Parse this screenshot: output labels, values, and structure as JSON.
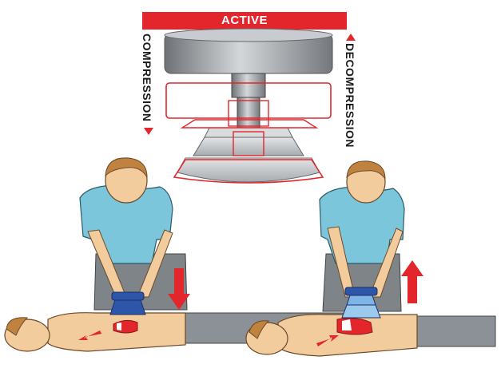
{
  "banner": {
    "label": "ACTIVE"
  },
  "labels": {
    "compression": "COMPRESSION",
    "decompression": "DECOMPRESSION"
  },
  "colors": {
    "accent_red": "#e2262b",
    "shirt_blue": "#7cc6dc",
    "skin": "#f3cc9e",
    "pants": "#7f8488",
    "device_gray": "#8e9296",
    "device_blue": "#2d56a8",
    "patient_pants": "#8b9196",
    "hair": "#c0833f"
  },
  "icons": {
    "compression_arrow": "arrow-down-icon",
    "decompression_arrow": "arrow-up-icon"
  }
}
